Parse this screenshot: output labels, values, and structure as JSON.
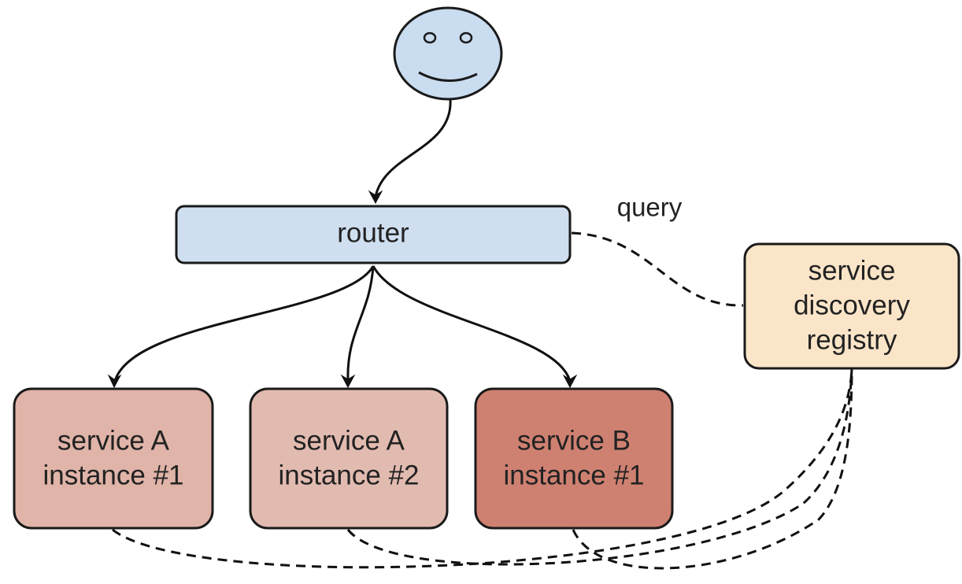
{
  "colors": {
    "user": "#c9dcf0",
    "router": "#cfdff0",
    "registry": "#fbe5c8",
    "service_a_1": "#e0b4a8",
    "service_a_2": "#e2bbb0",
    "service_b_1": "#cf8171"
  },
  "user": {
    "icon": "smiley-face-icon"
  },
  "router": {
    "label": "router"
  },
  "registry": {
    "lines": [
      "service",
      "discovery",
      "registry"
    ]
  },
  "instances": [
    {
      "line1": "service A",
      "line2": "instance #1"
    },
    {
      "line1": "service A",
      "line2": "instance #2"
    },
    {
      "line1": "service B",
      "line2": "instance #1"
    }
  ],
  "edges": {
    "query_label": "query"
  }
}
